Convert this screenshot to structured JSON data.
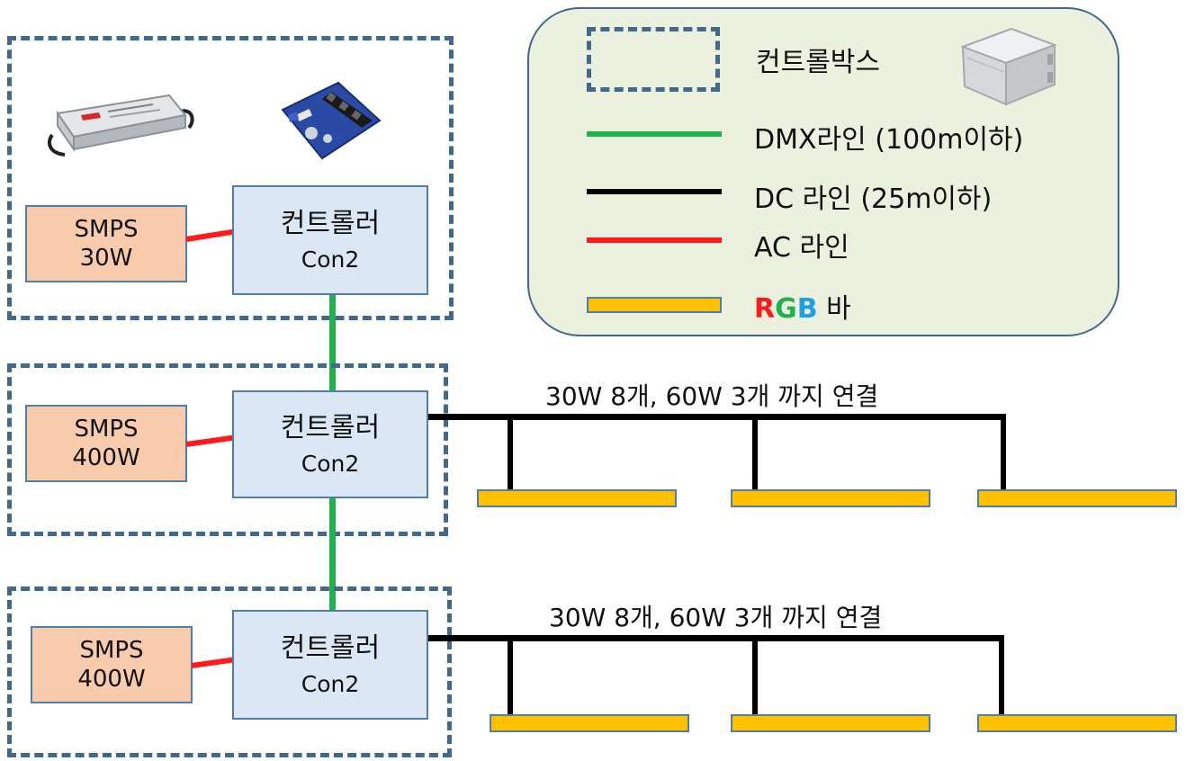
{
  "legend": {
    "control_box": "컨트롤박스",
    "dmx_line": "DMX라인 (100m이하)",
    "dc_line": "DC 라인 (25m이하)",
    "ac_line": "AC 라인",
    "rgb_bar_letters": [
      "R",
      "G",
      "B"
    ],
    "rgb_bar_suffix": "바",
    "colors": {
      "dmx": "#22b24c",
      "dc": "#000000",
      "ac": "#ff1a1a",
      "bar_fill": "#ffc000",
      "box_border": "#41698f",
      "legend_bg": "#ebf1de",
      "R": "#ff1a1a",
      "G": "#22b24c",
      "B": "#1ea0e6"
    }
  },
  "boxes": [
    {
      "smps": {
        "line1": "SMPS",
        "line2": "30W"
      },
      "controller": {
        "line1": "컨트롤러",
        "line2": "Con2"
      }
    },
    {
      "smps": {
        "line1": "SMPS",
        "line2": "400W"
      },
      "controller": {
        "line1": "컨트롤러",
        "line2": "Con2"
      },
      "connection_label": "30W 8개,  60W 3개 까지 연결"
    },
    {
      "smps": {
        "line1": "SMPS",
        "line2": "400W"
      },
      "controller": {
        "line1": "컨트롤러",
        "line2": "Con2"
      },
      "connection_label": "30W 8개,  60W 3개 까지 연결"
    }
  ],
  "images": {
    "power_supply": "power-supply-image",
    "controller_board": "controller-board-image",
    "enclosure": "control-box-enclosure-image"
  }
}
